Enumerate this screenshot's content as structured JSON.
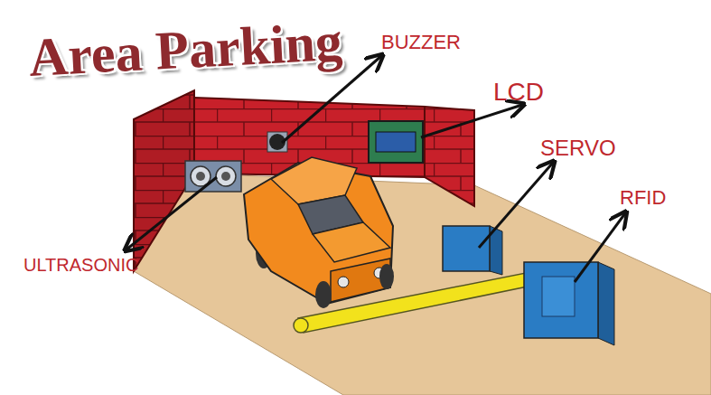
{
  "diagram": {
    "title": "Area Parking",
    "labels": [
      "BUZZER",
      "LCD",
      "SERVO",
      "RFID",
      "ULTRASONIC"
    ]
  }
}
